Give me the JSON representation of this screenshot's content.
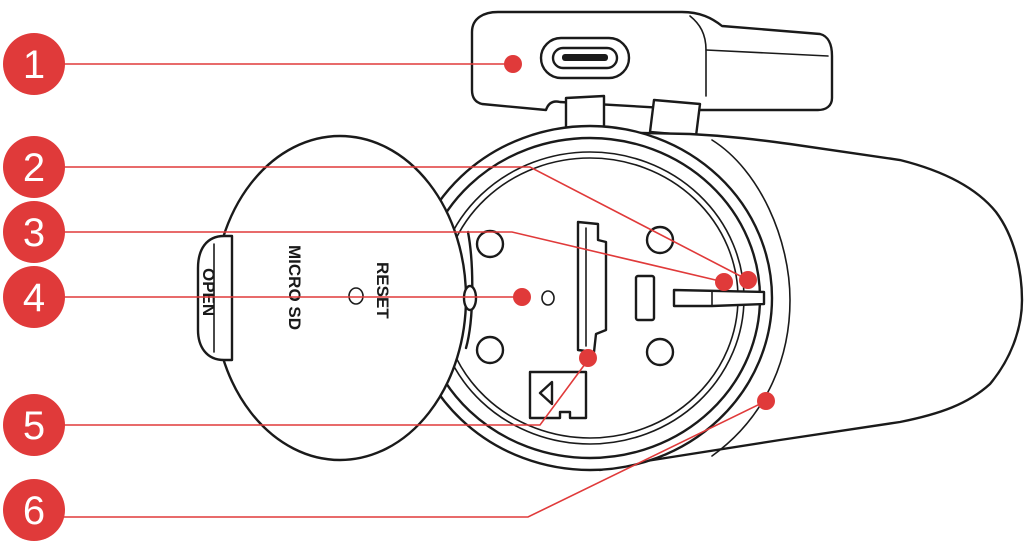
{
  "colors": {
    "accent": "#e03a3a",
    "line": "#1a1a1a",
    "background": "#ffffff"
  },
  "cover_labels": {
    "open": "OPEN",
    "micro_sd": "MICRO SD",
    "reset": "RESET"
  },
  "callouts": [
    {
      "number": "1"
    },
    {
      "number": "2"
    },
    {
      "number": "3"
    },
    {
      "number": "4"
    },
    {
      "number": "5"
    },
    {
      "number": "6"
    }
  ]
}
